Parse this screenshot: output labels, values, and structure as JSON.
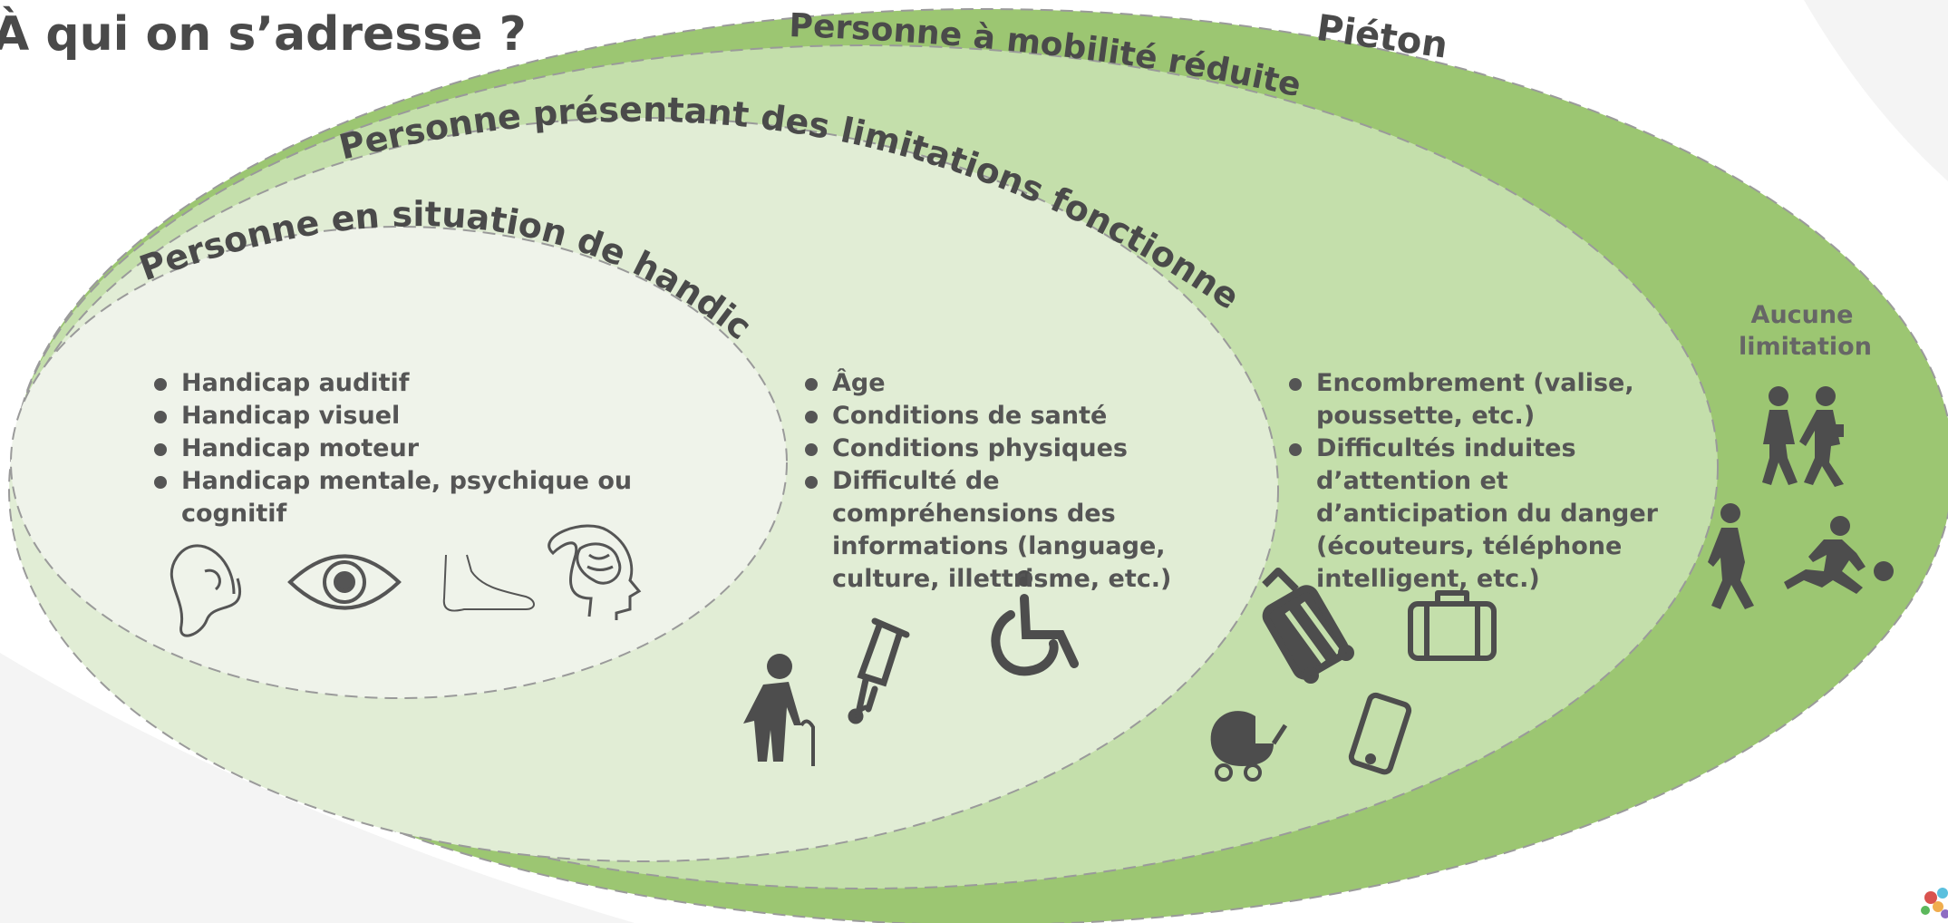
{
  "title": "À qui on s’adresse ?",
  "circles": {
    "pieton": "Piéton",
    "pmr": "Personne à mobilité réduite",
    "limitations": "Personne présentant des limitations fonctionnelles",
    "handicap": "Personne en situation de handicap"
  },
  "handicap_items": [
    "Handicap auditif",
    "Handicap visuel",
    "Handicap moteur",
    "Handicap mentale, psychique ou cognitif"
  ],
  "limitations_items": [
    "Âge",
    "Conditions de santé",
    "Conditions physiques",
    "Difficulté de compréhensions des informations (language, culture, illettrisme, etc.)"
  ],
  "pmr_items": [
    "Encombrement (valise, poussette, etc.)",
    "Difficultés induites d’attention et d’anticipation du danger (écouteurs, téléphone intelligent, etc.)"
  ],
  "pieton_note": "Aucune limitation",
  "icons": {
    "handicap": [
      "ear-icon",
      "eye-icon",
      "foot-icon",
      "brain-head-icon"
    ],
    "limitations": [
      "elderly-person-icon",
      "crutch-icon",
      "wheelchair-icon"
    ],
    "pmr": [
      "luggage-icon",
      "suitcase-icon",
      "stroller-icon",
      "smartphone-icon"
    ],
    "pieton": [
      "walking-pair-icon",
      "walking-person-icon",
      "running-ball-icon"
    ]
  },
  "colors": {
    "pieton_fill": "#9cc672",
    "pmr_fill": "#c4dfab",
    "limitations_fill": "#e1edd5",
    "handicap_fill": "#eff3ea",
    "text": "#4a4a4a",
    "icon": "#4d4d4d"
  }
}
